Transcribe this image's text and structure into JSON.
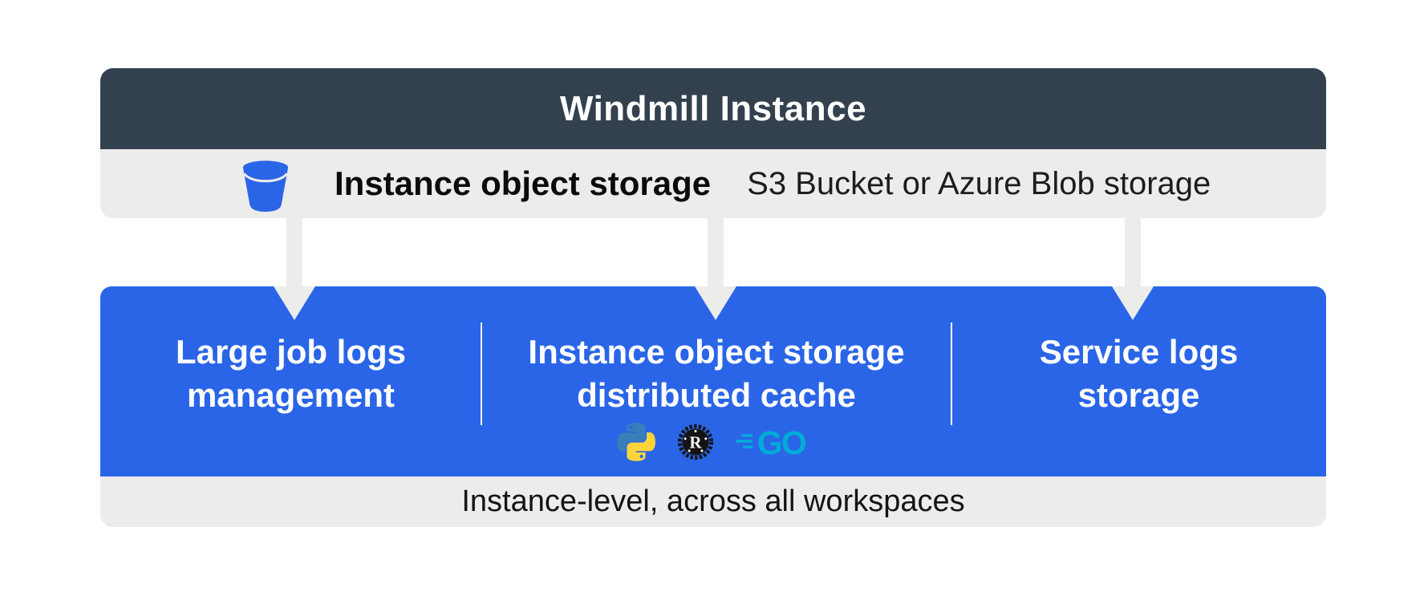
{
  "header": {
    "title": "Windmill Instance"
  },
  "object_storage_bar": {
    "icon": "bucket-icon",
    "label": "Instance object storage",
    "description": "S3 Bucket or Azure Blob storage"
  },
  "storage_box": {
    "sections": [
      {
        "lines": [
          "Large job logs",
          "management"
        ]
      },
      {
        "lines": [
          "Instance object storage",
          "distributed cache"
        ],
        "language_icons": [
          "python-icon",
          "rust-icon",
          "go-icon"
        ],
        "rust_letter": "R",
        "go_text": "GO"
      },
      {
        "lines": [
          "Service logs",
          "storage"
        ]
      }
    ]
  },
  "footer": {
    "label": "Instance-level, across all workspaces"
  },
  "colors": {
    "header_bg": "#33404E",
    "panel_gray": "#ECECEB",
    "accent_blue": "#2A65E8",
    "python_blue": "#387EB8",
    "python_yellow": "#FFD43B",
    "rust_black": "#141414",
    "go_teal": "#00ACD7",
    "title_white": "#FFFFFF"
  }
}
